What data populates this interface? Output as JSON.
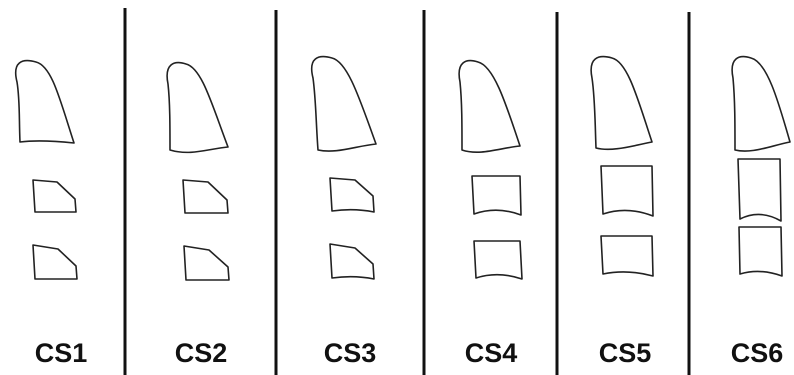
{
  "stages": [
    {
      "label": "CS1",
      "c2": "wedge",
      "c3": "wedge"
    },
    {
      "label": "CS2",
      "c2": "wedge",
      "c3": "wedge"
    },
    {
      "label": "CS3",
      "c2": "wedge-concave",
      "c3": "wedge-concave"
    },
    {
      "label": "CS4",
      "c2": "rectangle-horizontal",
      "c3": "rectangle-horizontal"
    },
    {
      "label": "CS5",
      "c2": "square",
      "c3": "rectangle-horizontal"
    },
    {
      "label": "CS6",
      "c2": "rectangle-vertical",
      "c3": "square"
    }
  ]
}
